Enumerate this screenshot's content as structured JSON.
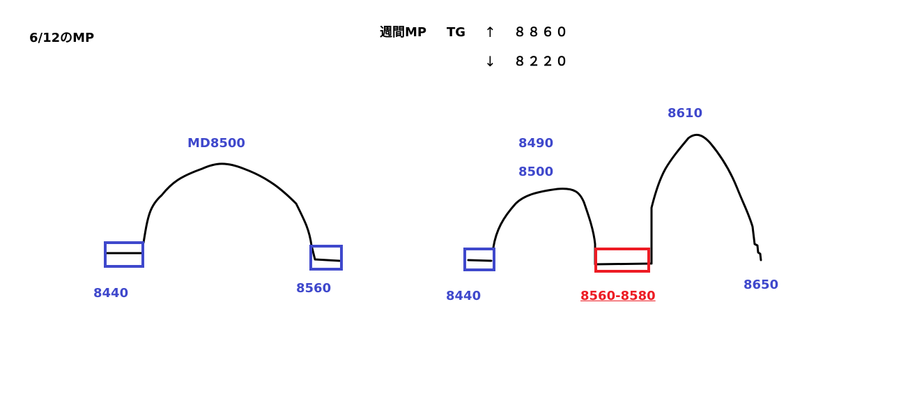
{
  "title": "6/12のMP",
  "weekly": {
    "label": "週間MP",
    "tg_label": "TG",
    "up_arrow": "↑",
    "up_value": "８８６０",
    "down_arrow": "↓",
    "down_value": "８２２０"
  },
  "left_diagram": {
    "peak_label": "MD8500",
    "low_left": "8440",
    "low_right": "8560"
  },
  "right_diagram": {
    "label_8490": "8490",
    "label_8500": "8500",
    "peak_label": "8610",
    "low_left": "8440",
    "middle_zone": "8560-8580",
    "end_label": "8650"
  },
  "colors": {
    "blue": "#3f48cc",
    "red": "#ed1c24",
    "line": "#000000"
  }
}
